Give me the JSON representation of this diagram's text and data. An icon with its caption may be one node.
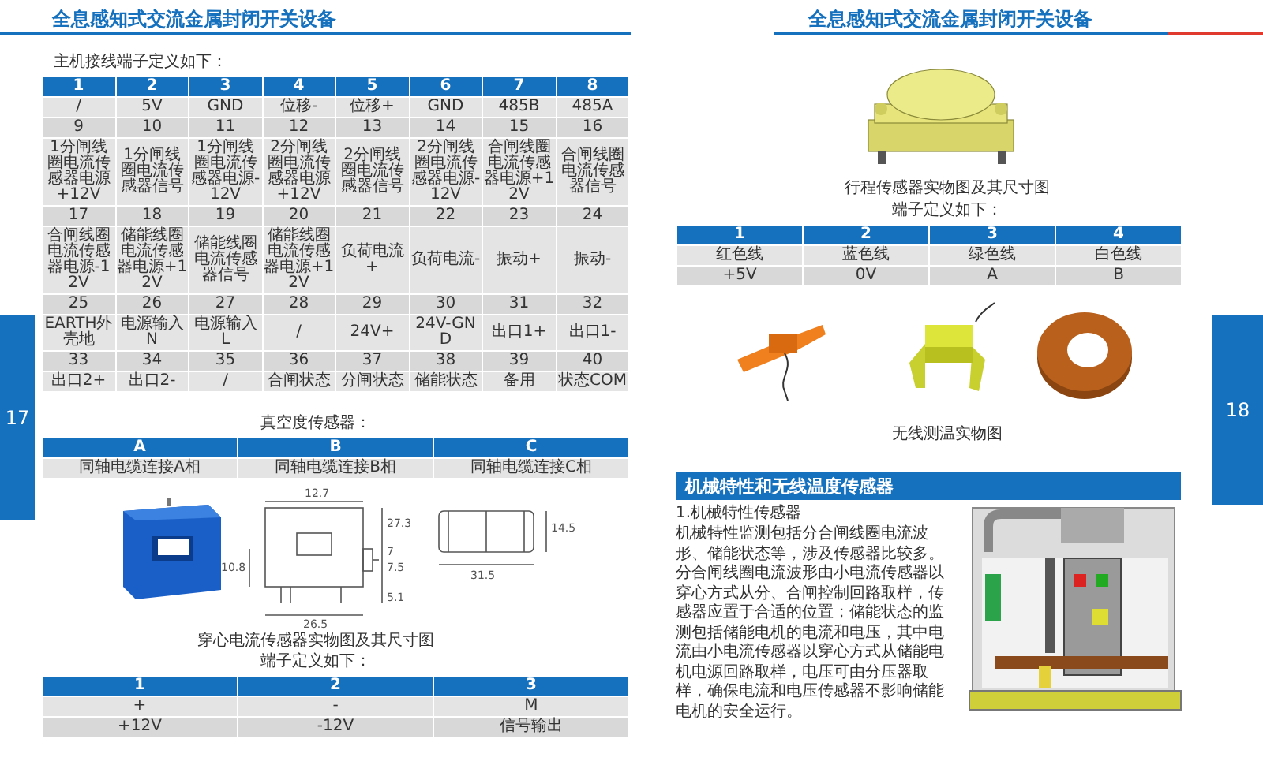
{
  "diagram": {
    "title": "全息感知式交流金属封闭开关设备",
    "nodes": [
      {
        "text": [
          "17"
        ]
      },
      {
        "text": [
          "18"
        ]
      },
      {
        "text": [
          "机械特性和无线温度传感器"
        ]
      }
    ],
    "labels": [
      "主机接线端子定义如下：",
      "1",
      "2",
      "3",
      "4",
      "5",
      "6",
      "7",
      "8",
      "/",
      "5V",
      "GND",
      "位移-",
      "位移+",
      "GND",
      "485B",
      "485A",
      "9",
      "10",
      "11",
      "12",
      "13",
      "14",
      "15",
      "16",
      "1分闸线圈电流传感器电源+12V",
      "1分闸线圈电流传感器信号",
      "1分闸线圈电流传感器电源-12V",
      "2分闸线圈电流传感器电源+12V",
      "2分闸线圈电流传感器信号",
      "2分闸线圈电流传感器电源-12V",
      "合闸线圈电流传感器电源+12V",
      "合闸线圈电流传感器信号",
      "17",
      "18",
      "19",
      "20",
      "21",
      "22",
      "23",
      "24",
      "合闸线圈电流传感器电源-12V",
      "储能线圈电流传感器电源+12V",
      "储能线圈电流传感器信号",
      "储能线圈电流传感器电源+12V",
      "负荷电流+",
      "负荷电流-",
      "振动+",
      "振动-",
      "25",
      "26",
      "27",
      "28",
      "29",
      "30",
      "31",
      "32",
      "EARTH外壳地",
      "电源输入N",
      "电源输入L",
      "/",
      "24V+",
      "24V-GND",
      "出口1+",
      "出口1-",
      "33",
      "34",
      "35",
      "36",
      "37",
      "38",
      "39",
      "40",
      "出口2+",
      "出口2-",
      "/",
      "合闸状态",
      "分闸状态",
      "储能状态",
      "备用",
      "状态COM",
      "真空度传感器：",
      "A",
      "B",
      "C",
      "同轴电缆连接A相",
      "同轴电缆连接B相",
      "同轴电缆连接C相",
      "12.7",
      "27.3",
      "14.5",
      "7",
      "10.8",
      "7.5",
      "31.5",
      "5.1",
      "26.5",
      "穿心电流传感器实物图及其尺寸图",
      "端子定义如下：",
      "1",
      "2",
      "3",
      "+",
      "-",
      "M",
      "+12V",
      "-12V",
      "信号输出",
      "全息感知式交流金属封闭开关设备",
      "行程传感器实物图及其尺寸图",
      "端子定义如下：",
      "1",
      "2",
      "3",
      "4",
      "红色线",
      "蓝色线",
      "绿色线",
      "白色线",
      "+5V",
      "0V",
      "A",
      "B",
      "无线测温实物图",
      "1.机械特性传感器",
      "机械特性监测包括分合闸线圈电流波形、储能状态等，涉及传感器比较多。分合闸线圈电流波形由小电流传感器以穿心方式从分、合闸控制回路取样，传感器应置于合适的位置；储能状态的监测包括储能电机的电流和电压，其中电流由小电流传感器以穿心方式从储能电机电源回路取样，电压可由分压器取样，确保电流和电压传感器不影响储能电机的安全运行。"
    ]
  }
}
